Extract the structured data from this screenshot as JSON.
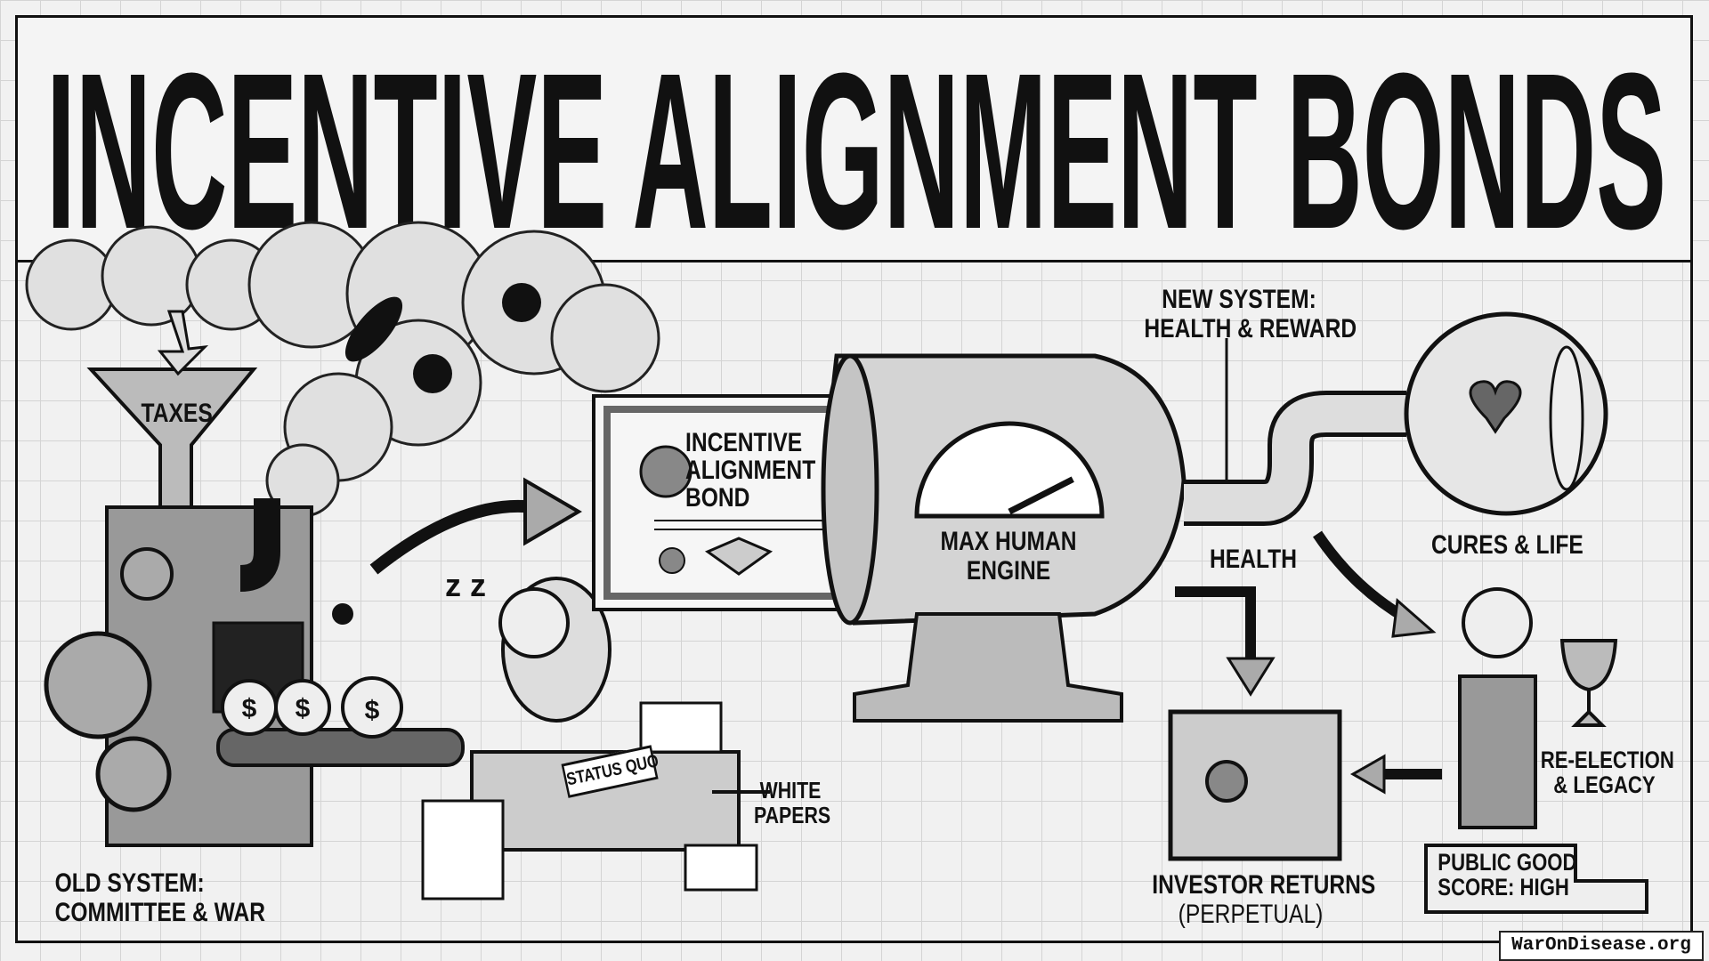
{
  "title": "INCENTIVE ALIGNMENT BONDS",
  "old_system": {
    "funnel_label": "TAXES",
    "caption_line1": "OLD SYSTEM:",
    "caption_line2": "COMMITTEE & WAR",
    "desk_sign": "STATUS QUO",
    "papers_line1": "WHITE",
    "papers_line2": "PAPERS",
    "money_symbol": "$"
  },
  "bond": {
    "line1": "INCENTIVE",
    "line2": "ALIGNMENT",
    "line3": "BOND"
  },
  "engine": {
    "line1": "MAX HUMAN",
    "line2": "ENGINE",
    "gauge_level": 0.85
  },
  "new_system": {
    "line1": "NEW SYSTEM:",
    "line2": "HEALTH & REWARD",
    "pipe_label": "HEALTH",
    "globe_caption": "CURES & LIFE",
    "politician_line1": "RE-ELECTION",
    "politician_line2": "& LEGACY",
    "podium_line1": "PUBLIC GOOD",
    "podium_line2": "SCORE: HIGH",
    "safe_line1": "INVESTOR RETURNS",
    "safe_line2": "(PERPETUAL)"
  },
  "watermark": "WarOnDisease.org"
}
